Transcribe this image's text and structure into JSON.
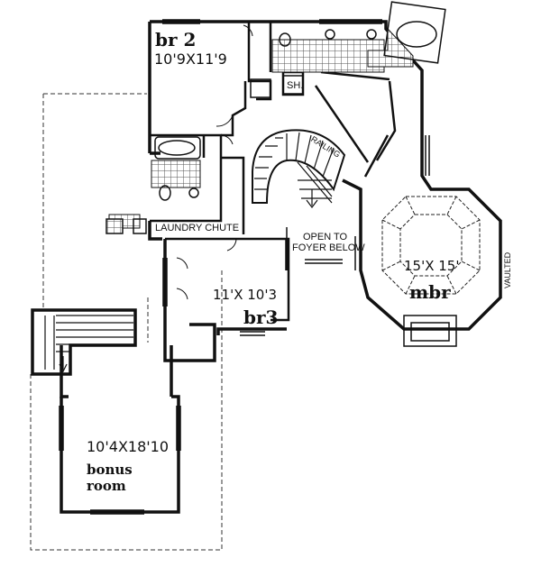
{
  "plan": {
    "rooms": {
      "br2": {
        "name": "br 2",
        "size": "10'9X11'9"
      },
      "br3": {
        "name": "br3",
        "size": "11'X 10'3"
      },
      "mbr": {
        "name": "mbr",
        "size": "15'X 15'"
      },
      "bonus": {
        "size": "10'4X18'10",
        "name_line1": "bonus",
        "name_line2": "room"
      }
    },
    "labels": {
      "shower": "SH.",
      "railing": "RAILING",
      "laundry": "LAUNDRY CHUTE",
      "open_line1": "OPEN TO",
      "open_line2": "FOYER BELOW",
      "vaulted": "VAULTED"
    },
    "colors": {
      "ink": "#111111",
      "hatch": "#555555",
      "paper": "#ffffff"
    }
  }
}
